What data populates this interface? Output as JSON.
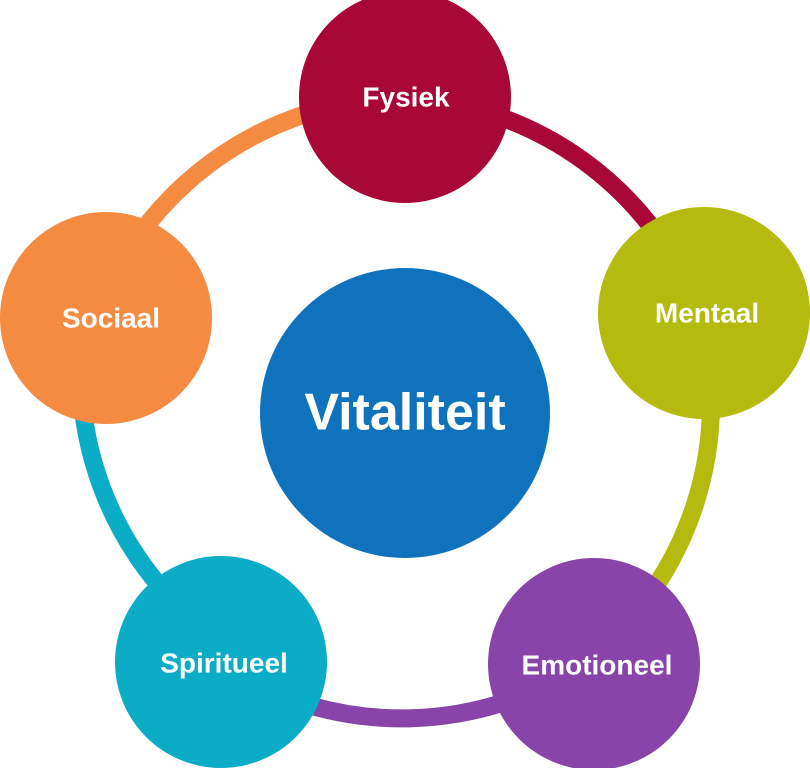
{
  "diagram": {
    "center": {
      "label": "Vitaliteit",
      "color": "#0e72bd"
    },
    "nodes": [
      {
        "id": "fysiek",
        "label": "Fysiek",
        "color": "#a80738"
      },
      {
        "id": "mentaal",
        "label": "Mentaal",
        "color": "#b5bb0e"
      },
      {
        "id": "emotioneel",
        "label": "Emotioneel",
        "color": "#8844a8"
      },
      {
        "id": "spiritueel",
        "label": "Spiritueel",
        "color": "#0bacc6"
      },
      {
        "id": "sociaal",
        "label": "Sociaal",
        "color": "#f58a41"
      }
    ],
    "ring_segments": [
      {
        "from": "fysiek",
        "to": "mentaal",
        "color": "#a80738"
      },
      {
        "from": "mentaal",
        "to": "emotioneel",
        "color": "#b5bb0e"
      },
      {
        "from": "emotioneel",
        "to": "spiritueel",
        "color": "#8844a8"
      },
      {
        "from": "spiritueel",
        "to": "sociaal",
        "color": "#0bacc6"
      },
      {
        "from": "sociaal",
        "to": "fysiek",
        "color": "#f58a41"
      }
    ]
  }
}
